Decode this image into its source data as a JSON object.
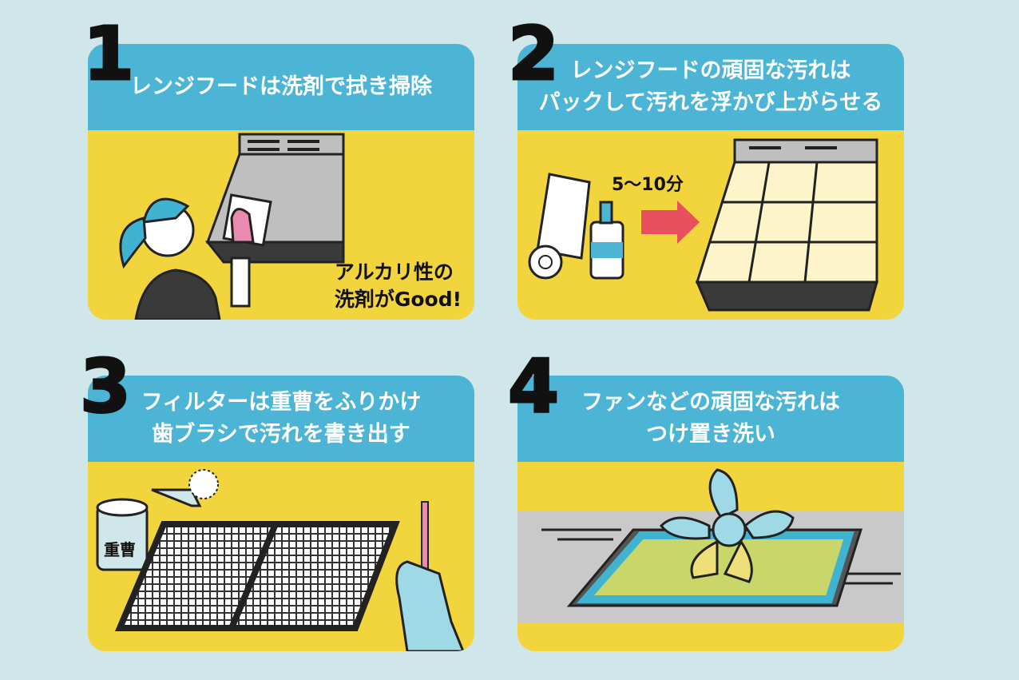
{
  "steps": [
    {
      "number": "1",
      "title_lines": [
        "レンジフードは洗剤で拭き掃除"
      ],
      "note_lines": [
        "アルカリ性の",
        "洗剤がGood!"
      ]
    },
    {
      "number": "2",
      "title_lines": [
        "レンジフードの頑固な汚れは",
        "パックして汚れを浮かび上がらせる"
      ],
      "time_label": "5〜10分"
    },
    {
      "number": "3",
      "title_lines": [
        "フィルターは重曹をふりかけ",
        "歯ブラシで汚れを書き出す"
      ],
      "container_label": "重曹"
    },
    {
      "number": "4",
      "title_lines": [
        "ファンなどの頑固な汚れは",
        "つけ置き洗い"
      ]
    }
  ],
  "colors": {
    "background": "#cfe7eb",
    "header": "#4cb5d6",
    "panel": "#f2d43c",
    "arrow": "#e8505f"
  }
}
